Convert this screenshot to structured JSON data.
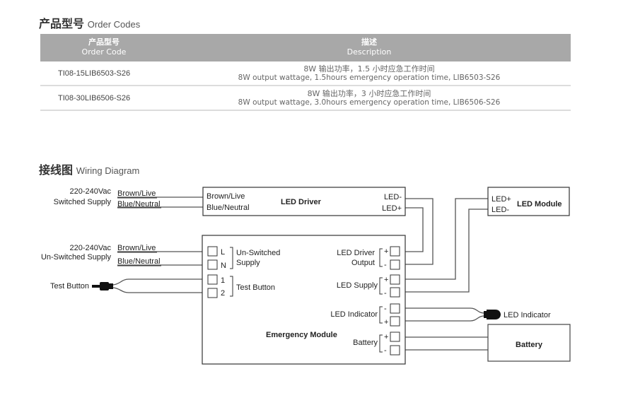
{
  "order_codes": {
    "title_cn": "产品型号",
    "title_en": "Order Codes",
    "headers": [
      {
        "cn": "产品型号",
        "en": "Order Code"
      },
      {
        "cn": "描述",
        "en": "Description"
      }
    ],
    "rows": [
      {
        "code": "TI08-15LIB6503-S26",
        "desc_cn": "8W 输出功率，1.5 小时应急工作时间",
        "desc_en": "8W output wattage, 1.5hours emergency operation time, LIB6503-S26"
      },
      {
        "code": "TI08-30LIB6506-S26",
        "desc_cn": "8W 输出功率，3 小时应急工作时间",
        "desc_en": "8W output wattage, 3.0hours emergency operation time, LIB6506-S26"
      }
    ]
  },
  "wiring": {
    "title_cn": "接线图",
    "title_en": "Wiring Diagram",
    "switched_supply": {
      "voltage": "220-240Vac",
      "label": "Switched Supply",
      "wire_live": "Brown/Live",
      "wire_neutral": "Blue/Neutral"
    },
    "unswitched_supply": {
      "voltage": "220-240Vac",
      "label": "Un-Switched Supply",
      "wire_live": "Brown/Live",
      "wire_neutral": "Blue/Neutral"
    },
    "test_button_external": "Test Button",
    "led_driver": {
      "title": "LED Driver",
      "in_live": "Brown/Live",
      "in_neutral": "Blue/Neutral",
      "out_neg": "LED-",
      "out_pos": "LED+"
    },
    "led_module": {
      "title": "LED Module",
      "pos": "LED+",
      "neg": "LED-"
    },
    "emergency_module": {
      "title": "Emergency Module",
      "term_L": "L",
      "term_N": "N",
      "unswitched_1": "Un-Switched",
      "unswitched_2": "Supply",
      "term_1": "1",
      "term_2": "2",
      "test_button": "Test Button",
      "driver_output_1": "LED Driver",
      "driver_output_2": "Output",
      "led_supply": "LED Supply",
      "led_indicator": "LED Indicator",
      "battery": "Battery",
      "plus": "+",
      "minus": "-"
    },
    "led_indicator_external": "LED Indicator",
    "battery_box": "Battery"
  }
}
